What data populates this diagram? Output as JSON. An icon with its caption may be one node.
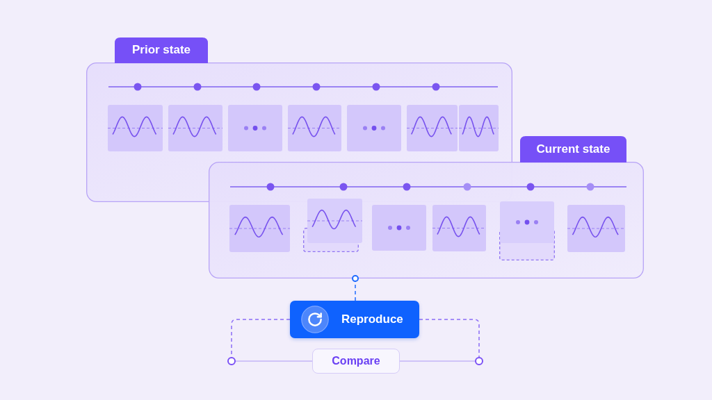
{
  "diagram": {
    "nodes": [
      {
        "text": [
          "Prior state"
        ]
      },
      {
        "text": [
          "Current state"
        ]
      },
      {
        "text": [
          "Reproduce"
        ]
      },
      {
        "text": [],
        "shape": "circle"
      },
      {
        "text": [
          "Compare"
        ]
      },
      {
        "text": [],
        "shape": "circle"
      }
    ],
    "edges": [
      {
        "from": 1,
        "to": 2,
        "arrow": "other",
        "style": "dashed",
        "color": "#1f6bff"
      },
      {
        "from": 2,
        "to": 3,
        "arrow": "none",
        "style": "dashed"
      },
      {
        "from": 2,
        "to": 5,
        "arrow": "none",
        "style": "dashed"
      },
      {
        "from": 3,
        "to": 4,
        "arrow": "none",
        "color": "#c3b5f6"
      },
      {
        "from": 4,
        "to": 5,
        "arrow": "none",
        "color": "#c3b5f6"
      }
    ]
  }
}
